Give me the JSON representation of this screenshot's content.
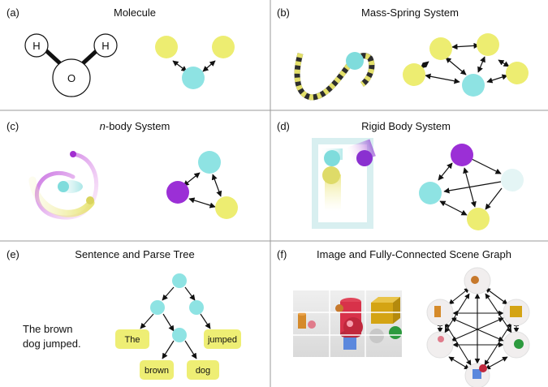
{
  "panels": {
    "a": {
      "letter": "(a)",
      "title": "Molecule",
      "atoms": {
        "h1": "H",
        "h2": "H",
        "o": "O"
      }
    },
    "b": {
      "letter": "(b)",
      "title": "Mass-Spring System"
    },
    "c": {
      "letter": "(c)",
      "title_italic": "n",
      "title_rest": "-body System"
    },
    "d": {
      "letter": "(d)",
      "title": "Rigid Body System"
    },
    "e": {
      "letter": "(e)",
      "title": "Sentence and Parse Tree",
      "sentence_line1": "The brown",
      "sentence_line2": "dog jumped.",
      "leaves": {
        "the": "The",
        "jumped": "jumped",
        "brown": "brown",
        "dog": "dog"
      }
    },
    "f": {
      "letter": "(f)",
      "title": "Image and Fully-Connected Scene Graph"
    }
  },
  "colors": {
    "cyan": "#8ee3e3",
    "yellow": "#eded71",
    "purple": "#9b2fd6",
    "pale_cyan": "#e4f5f5",
    "divider": "#9a9a9a",
    "leaf_fill": "#eeee74"
  }
}
